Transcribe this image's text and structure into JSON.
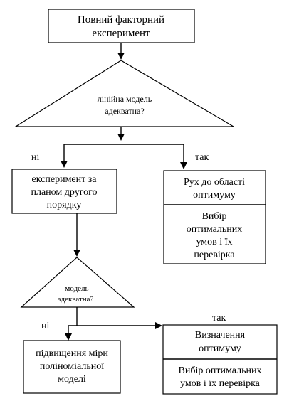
{
  "flowchart": {
    "start_box": {
      "lines": [
        "Повний факторний",
        "експеримент"
      ]
    },
    "decision_1": {
      "lines": [
        "лінійна модель",
        "адекватна?"
      ],
      "no_label": "ні",
      "yes_label": "так"
    },
    "second_order_box": {
      "lines": [
        "експеримент за",
        "планом другого",
        "порядку"
      ]
    },
    "move_box": {
      "top_lines": [
        "Рух до області",
        "оптимуму"
      ],
      "bottom_lines": [
        "Вибір",
        "оптимальних",
        "умов і їх",
        "перевірка"
      ]
    },
    "decision_2": {
      "lines": [
        "модель",
        "адекватна?"
      ],
      "no_label": "ні",
      "yes_label": "так"
    },
    "raise_box": {
      "lines": [
        "підвищення міри",
        "поліноміальної",
        "моделі"
      ]
    },
    "optimum_box": {
      "top_lines": [
        "Визначення",
        "оптимуму"
      ],
      "bottom_lines": [
        "Вибір оптимальних",
        "умов і їх перевірка"
      ]
    }
  },
  "colors": {
    "line": "#000000",
    "background": "#ffffff"
  }
}
